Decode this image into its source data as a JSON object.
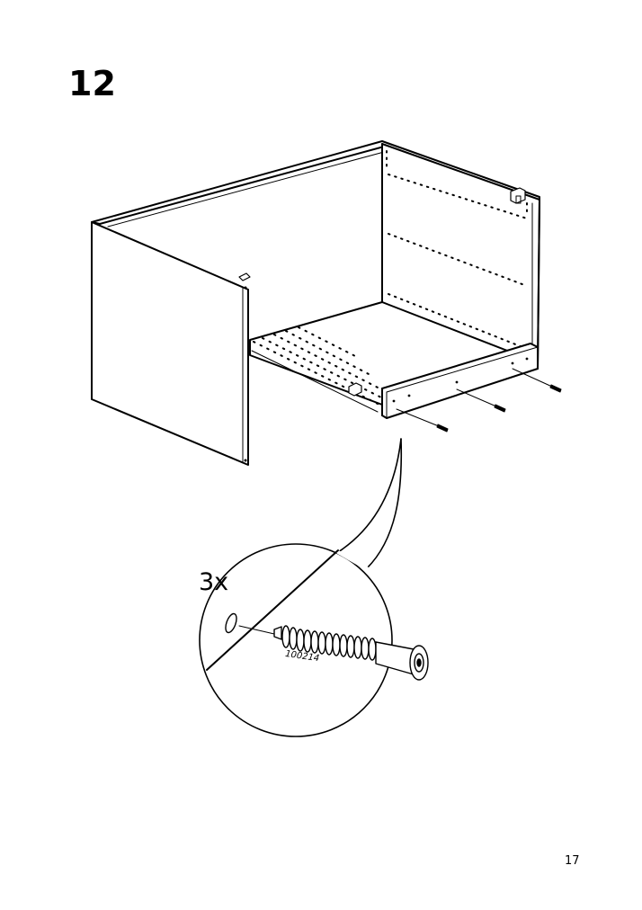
{
  "step": {
    "number": "12"
  },
  "detail": {
    "quantity": "3x",
    "part_number": "100214"
  },
  "page": {
    "number": "17"
  },
  "icons": {
    "cabinet": "cabinet-assembly-illustration",
    "dowel": "dowel-illustration",
    "magnifier": "detail-callout-circle"
  }
}
